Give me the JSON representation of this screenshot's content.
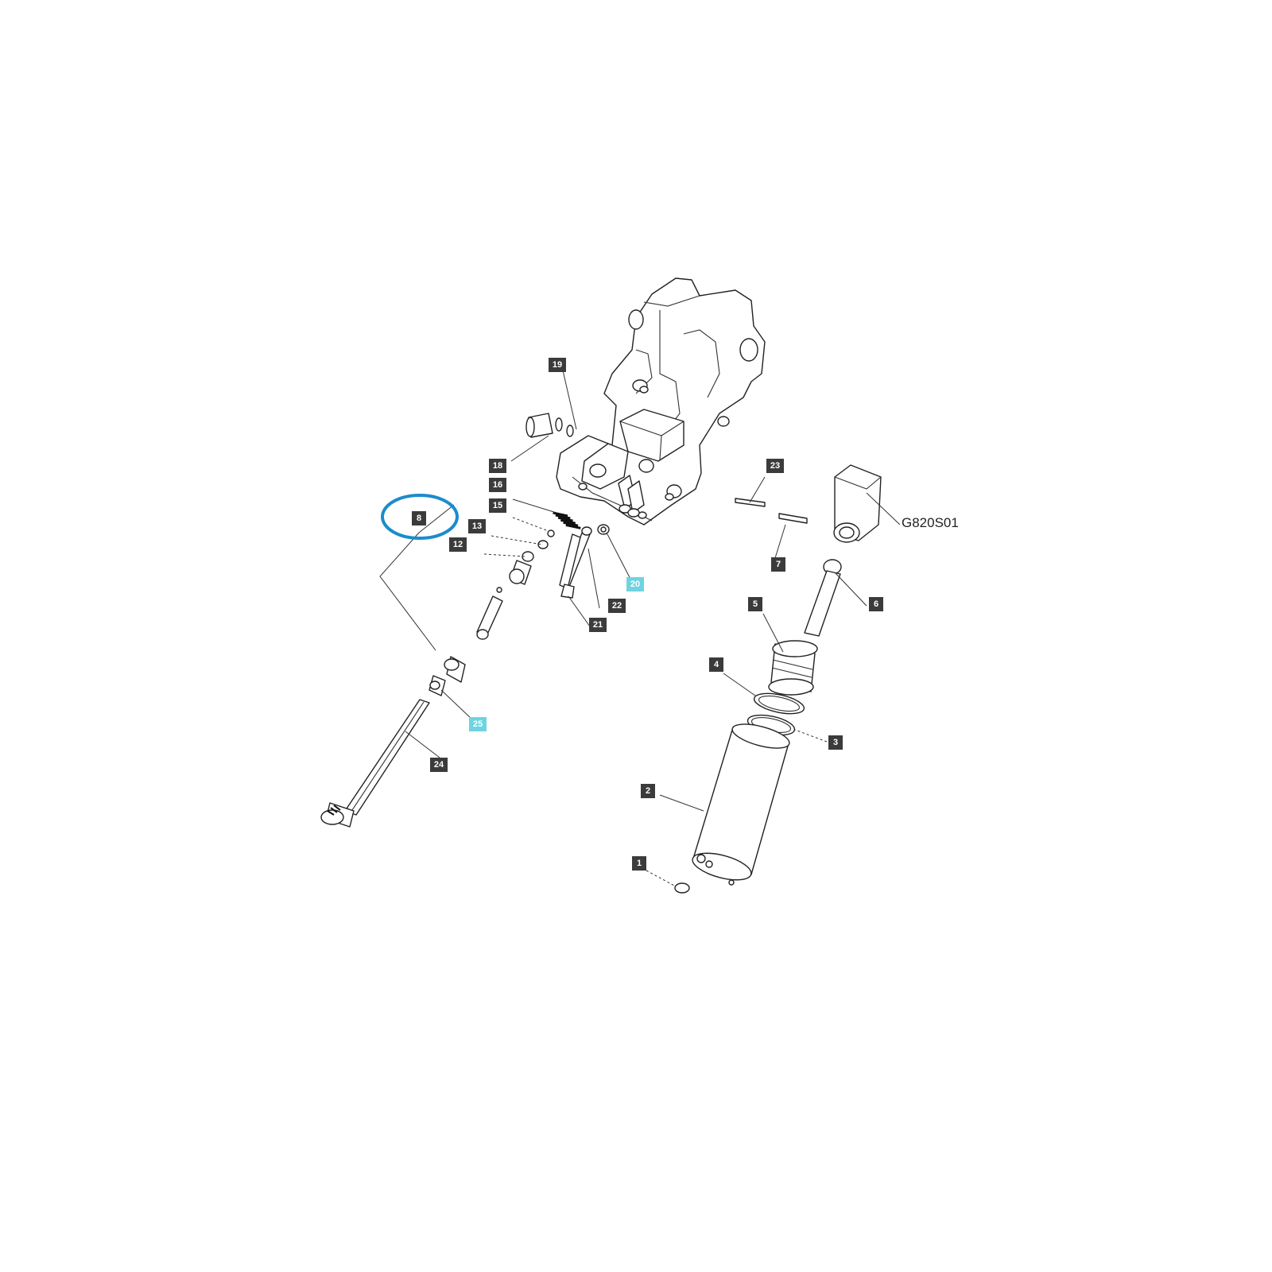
{
  "diagram_ref": "G820S01",
  "highlight_color": "#1b8ccc",
  "callouts": [
    {
      "id": "c1",
      "label": "1",
      "style": "dark"
    },
    {
      "id": "c2",
      "label": "2",
      "style": "dark"
    },
    {
      "id": "c3",
      "label": "3",
      "style": "dark"
    },
    {
      "id": "c4",
      "label": "4",
      "style": "dark"
    },
    {
      "id": "c5",
      "label": "5",
      "style": "dark"
    },
    {
      "id": "c6",
      "label": "6",
      "style": "dark"
    },
    {
      "id": "c7",
      "label": "7",
      "style": "dark"
    },
    {
      "id": "c8",
      "label": "8",
      "style": "dark",
      "highlighted": true
    },
    {
      "id": "c12",
      "label": "12",
      "style": "dark"
    },
    {
      "id": "c13",
      "label": "13",
      "style": "dark"
    },
    {
      "id": "c15",
      "label": "15",
      "style": "dark"
    },
    {
      "id": "c16",
      "label": "16",
      "style": "dark"
    },
    {
      "id": "c18",
      "label": "18",
      "style": "dark"
    },
    {
      "id": "c19",
      "label": "19",
      "style": "dark"
    },
    {
      "id": "c20",
      "label": "20",
      "style": "cyan"
    },
    {
      "id": "c21",
      "label": "21",
      "style": "dark"
    },
    {
      "id": "c22",
      "label": "22",
      "style": "dark"
    },
    {
      "id": "c23",
      "label": "23",
      "style": "dark"
    },
    {
      "id": "c24",
      "label": "24",
      "style": "dark"
    },
    {
      "id": "c25",
      "label": "25",
      "style": "cyan"
    }
  ]
}
